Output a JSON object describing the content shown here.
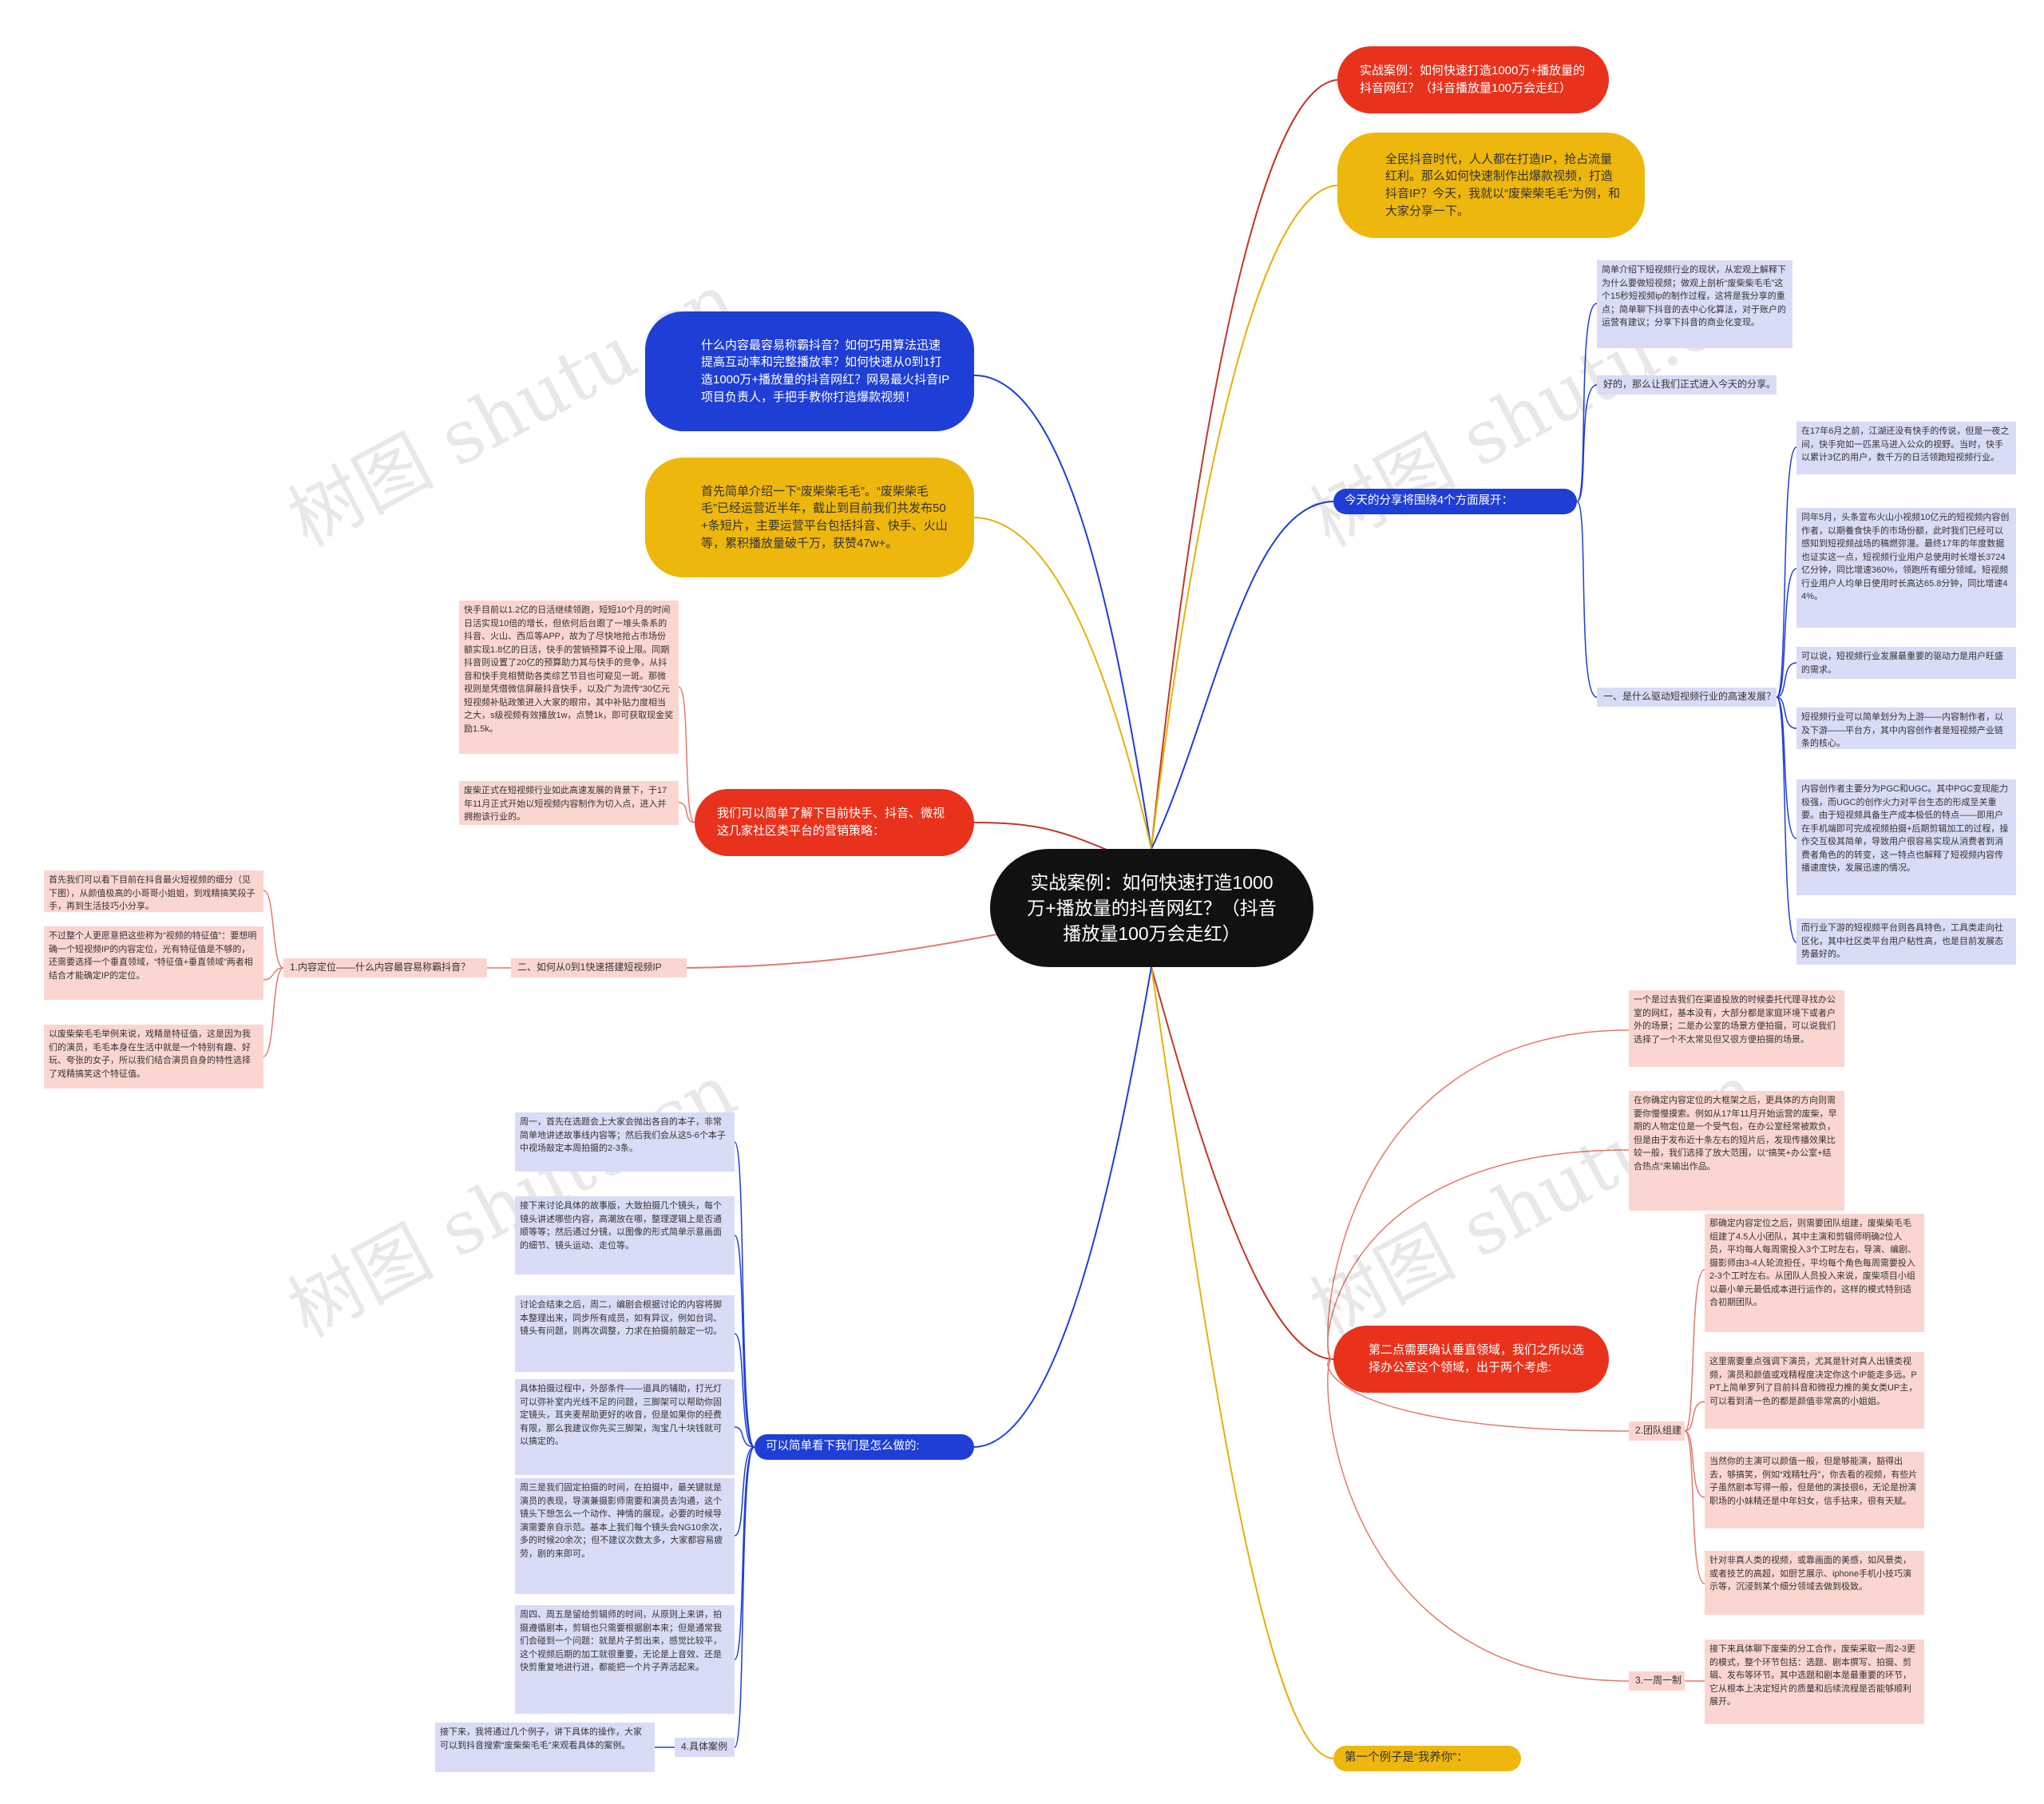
{
  "central": "实战案例：如何快速打造1000万+播放量的抖音网红？（抖音播放量100万会走红）",
  "top_title": "实战案例：如何快速打造1000万+播放量的抖音网红？（抖音播放量100万会走红）",
  "intro": "全民抖音时代，人人都在打造IP，抢占流量红利。那么如何快速制作出爆款视频，打造抖音IP？今天，我就以“废柴柴毛毛”为例，和大家分享一下。",
  "q_blue": "什么内容最容易称霸抖音？如何巧用算法迅速提高互动率和完整播放率？如何快速从0到1打造1000万+播放量的抖音网红？网易最火抖音IP项目负责人，手把手教你打造爆款视频！",
  "intro2": "首先简单介绍一下“废柴柴毛毛”。“废柴柴毛毛”已经运营近半年，截止到目前我们共发布50+条短片，主要运营平台包括抖音、快手、火山等，累积播放量破千万，获赞47w+。",
  "share": {
    "label": "今天的分享将围绕4个方面展开：",
    "leaf1": "简单介绍下短视频行业的现状，从宏观上解释下为什么要做短视频；做观上剖析“废柴柴毛毛”这个15秒短视频ip的制作过程，这将是我分享的重点；简单聊下抖音的去中心化算法，对于账户的运营有建议；分享下抖音的商业化变现。",
    "leaf2": "好的，那么让我们正式进入今天的分享。",
    "q1_label": "一、是什么驱动短视频行业的高速发展？",
    "q1_items": [
      "在17年6月之前，江湖还没有快手的传说，但是一夜之间，快手宛如一匹黑马进入公众的视野。当时，快手以累计3亿的用户，数千万的日活领跑短视频行业。",
      "同年5月，头条宣布火山小视频10亿元的短视频内容创作者，以期養食快手的市场份额，此时我们已经可以感知到短视频战场的稿燃弥漫。最终17年的年度数据也证实这一点，短视频行业用户总使用时长增长3724亿分钟，同比增速360%，领跑所有细分领域。短视频行业用户人均单日使用时长高达65.8分钟，同比增速44%。",
      "可以说，短视频行业发展最重要的驱动力是用户旺盛的需求。",
      "短视频行业可以简单划分为上游——内容制作者，以及下游——平台方，其中内容创作者是短视频产业链条的核心。",
      "内容创作者主要分为PGC和UGC。其中PGC变现能力极强，而UGC的创作火力对平台生态的形成至关重要。由于短视频具备生产成本极低的特点——即用户在手机端即可完成视频拍摄+后期剪辑加工的过程，操作交互极其简单，导致用户很容易实现从消费者到消费者角色的的转变，这一特点也解释了短视频内容传播速度快，发展迅速的情况。",
      "而行业下游的短视频平台则各具特色，工具类走向社区化，其中社区类平台用户粘性高，也是目前发展态势最好的。"
    ]
  },
  "strategy": {
    "label": "我们可以简单了解下目前快手、抖音、微视这几家社区类平台的营销策略：",
    "leaf1": "快手目前以1.2亿的日活继续领跑，短短10个月的时间日活实现10倍的增长，但依何后台跟了一堆头条系的抖音、火山、西瓜等APP，故为了尽快地抢占市场份额实现1.8亿的日活，快手的营销预算不设上限。同期抖音则设置了20亿的预算助力其与快手的竞争，从抖音和快手竞相赞助各类综艺节目也可窥见一斑。那微视则是凭借微信屏蔽抖音快手，以及广为流传“30亿元短视频补贴政策进入大家的眼帘，其中补贴力度相当之大，s级视频有效播放1w，点赞1k，即可获取现金奖励1.5k。",
    "leaf2": "废柴正式在短视频行业如此高速发展的背景下，于17年11月正式开始以短视频内容制作为切入点，进入并拥抱该行业的。"
  },
  "build": {
    "label": "二、如何从0到1快速搭建短视频IP",
    "sub": "1.内容定位——什么内容最容易称霸抖音？",
    "items": [
      "首先我们可以看下目前在抖音最火短视频的细分（见下图），从颜值极高的小哥哥小姐姐，到戏精搞笑段子手，再到生活技巧小分享。",
      "不过整个人更愿意把这些称为“视频的特征值”：要想明确一个短视频IP的内容定位，光有特征值是不够的，还需要选择一个垂直领域，“特征值+垂直领域”两者相结合才能确定IP的定位。",
      "以废柴柴毛毛举例来说，戏精是特征值，这是因为我们的演员，毛毛本身在生活中就是一个特别有趣、好玩、夸张的女子，所以我们结合演员自身的特性选择了戏精搞笑这个特征值。"
    ]
  },
  "how": {
    "label": "可以简单看下我们是怎么做的:",
    "items": [
      "周一，首先在选题会上大家会抛出各自的本子，非常简单地讲述故事线内容等；然后我们会从这5-6个本子中视场敲定本周拍摄的2-3条。",
      "接下来讨论具体的故事版，大致拍摄几个镜头，每个镜头讲述哪些内容，高潮放在哪，整理逻辑上是否通顺等等；然后通过分镜，以图像的形式简单示意画面的细节、镜头运动、走位等。",
      "讨论会结束之后，周二，编剧会根据讨论的内容将脚本整理出来，同步所有成员，如有异议，例如台词、镜头有问题，则再次调整，力求在拍摄前敲定一切。",
      "具体拍摄过程中，外部条件——道具的辅助，打光灯可以弥补室内光线不足的问题，三脚架可以帮助你固定镜头，耳夹麦帮助更好的收音，但是如果你的经费有限，那么我建议你先买三脚架，淘宝几十块钱就可以搞定的。",
      "周三是我们固定拍摄的时间，在拍摄中，最关键就是演员的表现，导演兼摄影师需要和演员去沟通，这个镜头下想怎么一个动作、神情的展现，必要的时候导演需要亲自示范。基本上我们每个镜头会NG10余次，多的时候20余次；但不建议次数太多，大家都容易疲劳，剧的来即可。",
      "周四、周五是留给剪辑师的时间，从原则上来讲，拍摄遵循剧本，剪辑也只需要根据剧本来；但是通常我们会碰到一个问题：就是片子剪出来，感觉比较平，这个视频后期的加工就很重要，无论是上音效、还是快剪重复地进行进，都能把一个片子弄活起来。"
    ],
    "case_label": "4.具体案例",
    "case_leaf": "接下来，我将通过几个例子，讲下具体的操作，大家可以到抖音搜索“废柴柴毛毛”来观看具体的案例。"
  },
  "vertical": {
    "label": "第二点需要确认垂直领域，我们之所以选择办公室这个领域，出于两个考虑:",
    "leaf1": "一个是过去我们在渠道投放的时候委托代理寻找办公室的网红，基本没有，大部分都是家庭环境下或者户外的场景；二是办公室的场景方便拍摄，可以说我们选择了一个不太常见但又很方便拍摄的场景。",
    "leaf2": "在你确定内容定位的大框架之后，更具体的方向则需要你慢慢摸索。例如从17年11月开始运营的废柴，早期的人物定位是一个受气包，在办公室经常被欺负，但是由于发布近十条左右的短片后，发现传播效果比较一般，我们选择了放大范围，以“搞笑+办公室+结合热点”来输出作品。",
    "team_label": "2.团队组建",
    "team_items": [
      "那确定内容定位之后，则需要团队组建，废柴柴毛毛组建了4.5人小团队，其中主演和剪辑师明确2位人员，平均每人每周需投入3个工时左右，导演、编剧、摄影师由3-4人轮流担任，平均每个角色每周需要投入2-3个工时左右。从团队人员投入来说，废柴项目小组以最小单元最低成本进行运作的，这样的模式特别适合初期团队。",
      "这里需要重点强调下演员，尤其是针对真人出镜类视频，演员和颜值或戏精程度决定你这个IP能走多远。PPT上简单罗列了目前抖音和微视力推的美女类UP主，可以看到清一色的都是颜值非常高的小姐姐。",
      "当然你的主演可以颜值一般，但是够能演，豁得出去，够搞笑，例如“戏精牡丹”，你去看的视频，有些片子虽然剧本写得一般，但是他的演技很6，无论是扮演职场的小妹精还是中年妇女，信手拈来，很有天赋。",
      "针对非真人类的视频，或靠画面的美感，如风景类，或者技艺的高超，如厨艺展示、iphone手机小技巧演示等，沉浸到某个细分领域去做到极致。"
    ],
    "week_label": "3.一周一制",
    "week_leaf": "接下来具体聊下废柴的分工合作，废柴采取一周2-3更的模式，整个环节包括：选题、剧本撰写、拍摄、剪辑、发布等环节。其中选题和剧本是最重要的环节，它从根本上决定短片的质量和后续流程是否能够顺利展开。"
  },
  "example": "第一个例子是“我养你”：",
  "watermark": "树图 shutu.cn",
  "colors": {
    "red": "#e8321c",
    "yellow": "#eeb70e",
    "blue": "#1f3ed6",
    "central": "#111111"
  }
}
